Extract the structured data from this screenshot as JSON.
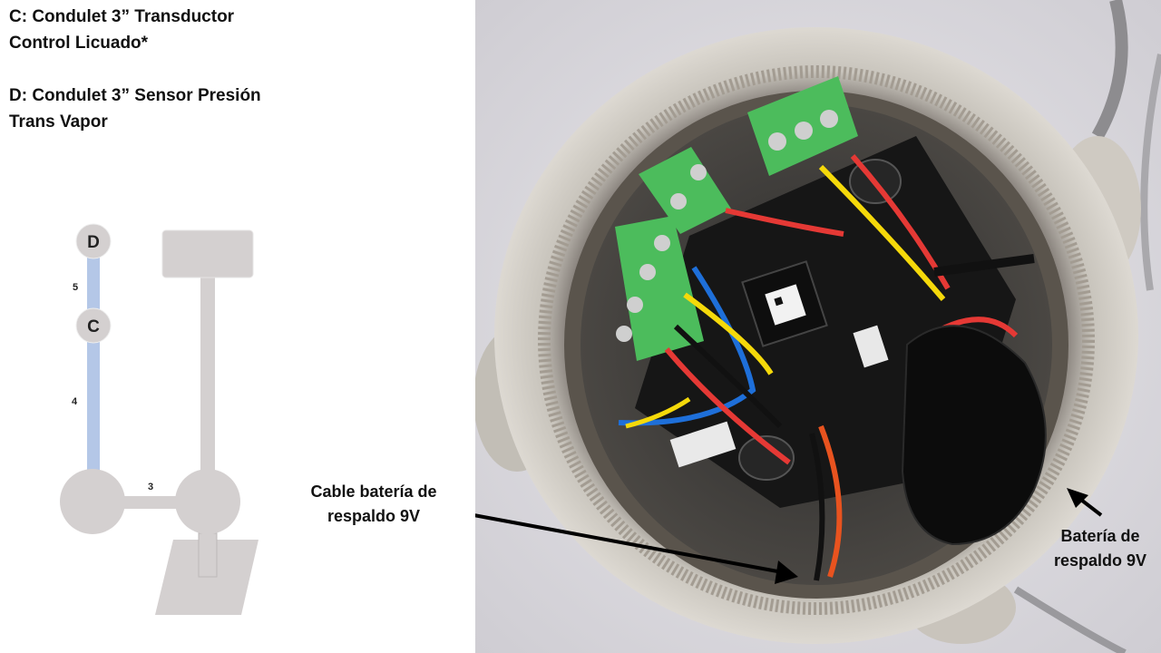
{
  "headings": {
    "c_line1": "C: Condulet 3” Transductor",
    "c_line2": "Control Licuado*",
    "d_line1": "D: Condulet 3” Sensor Presión",
    "d_line2": "Trans Vapor"
  },
  "diagram": {
    "node_d": "D",
    "node_c": "C",
    "segment_5": "5",
    "segment_4": "4",
    "segment_3": "3"
  },
  "photo": {
    "callout_cable_line1": "Cable batería de",
    "callout_cable_line2": "respaldo 9V",
    "callout_battery_line1": "Batería de",
    "callout_battery_line2": "respaldo 9V"
  },
  "colors": {
    "pipe_gray": "#d4d0d0",
    "pipe_blue": "#b4c7e7",
    "wire_red": "#e53935",
    "wire_yellow": "#f5d90a",
    "wire_blue": "#1e6fd9",
    "terminal_green": "#4cbc5c"
  }
}
